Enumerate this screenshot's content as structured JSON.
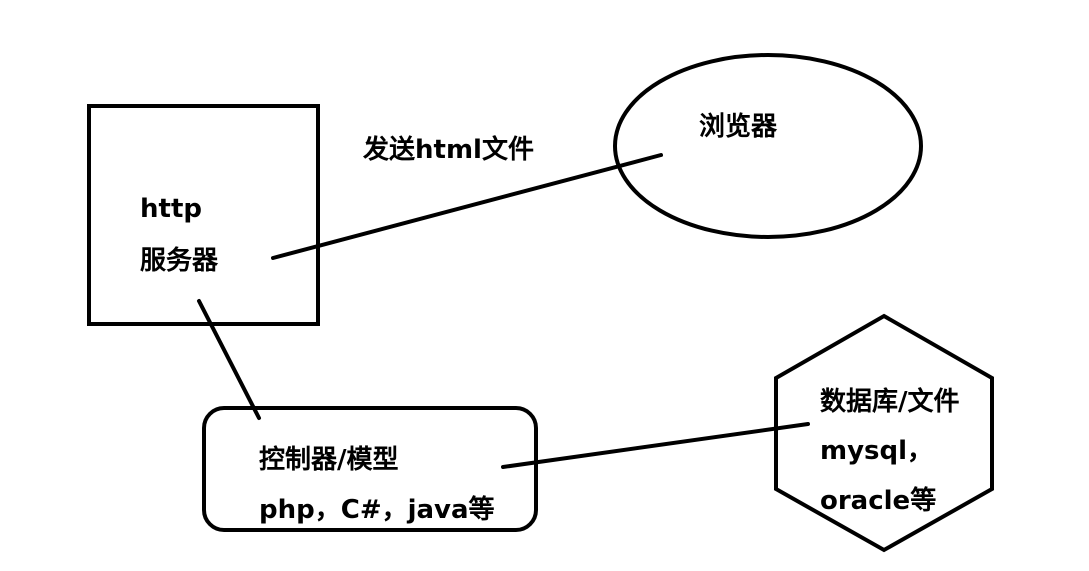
{
  "diagram": {
    "server": {
      "line1": "http",
      "line2": "服务器"
    },
    "browser": {
      "label": "浏览器"
    },
    "edge_server_browser": {
      "label": "发送html文件"
    },
    "controller": {
      "line1": "控制器/模型",
      "line2": "php，C#，java等"
    },
    "database": {
      "line1": "数据库/文件",
      "line2": "mysql，",
      "line3": "oracle等"
    },
    "colors": {
      "stroke": "#000000",
      "background": "#ffffff",
      "text": "#000000"
    }
  }
}
